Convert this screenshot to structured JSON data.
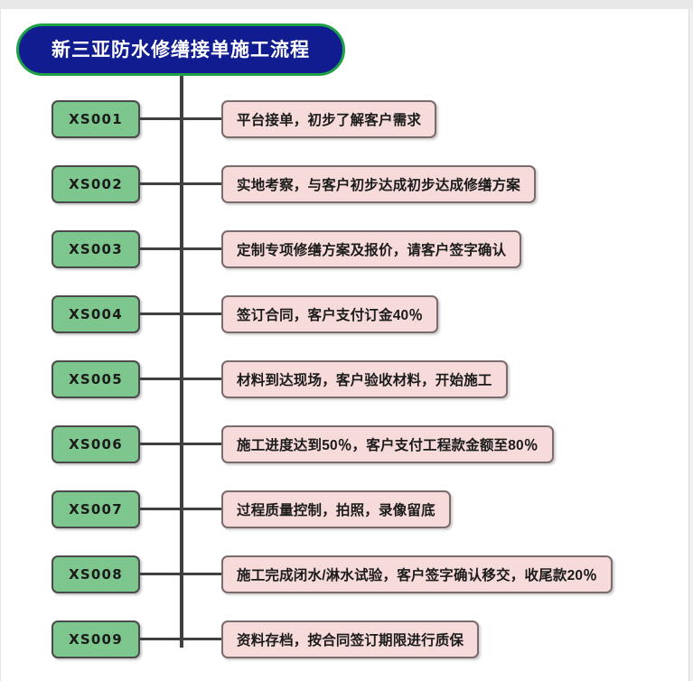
{
  "page": {
    "background_color": "#ffffff",
    "title_banner": {
      "text": "新三亚防水修缮接单施工流程",
      "fill_color": "#101C8F",
      "border_color": "#1FA148",
      "text_color": "#ffffff"
    },
    "colors": {
      "code_box_fill": "#7DC68E",
      "code_box_border": "#4A4A4A",
      "desc_box_fill": "#F7DADA",
      "desc_box_border": "#7A6C6C",
      "connector": "#404040"
    }
  },
  "flow": {
    "steps": [
      {
        "code": "XS001",
        "desc": "平台接单，初步了解客户需求"
      },
      {
        "code": "XS002",
        "desc": "实地考察，与客户初步达成初步达成修缮方案"
      },
      {
        "code": "XS003",
        "desc": "定制专项修缮方案及报价，请客户签字确认"
      },
      {
        "code": "XS004",
        "desc": "签订合同，客户支付订金40％"
      },
      {
        "code": "XS005",
        "desc": "材料到达现场，客户验收材料，开始施工"
      },
      {
        "code": "XS006",
        "desc": "施工进度达到50％，客户支付工程款金额至80％"
      },
      {
        "code": "XS007",
        "desc": "过程质量控制，拍照，录像留底"
      },
      {
        "code": "XS008",
        "desc": "施工完成闭水/淋水试验，客户签字确认移交，收尾款20％"
      },
      {
        "code": "XS009",
        "desc": "资料存档，按合同签订期限进行质保"
      }
    ]
  }
}
